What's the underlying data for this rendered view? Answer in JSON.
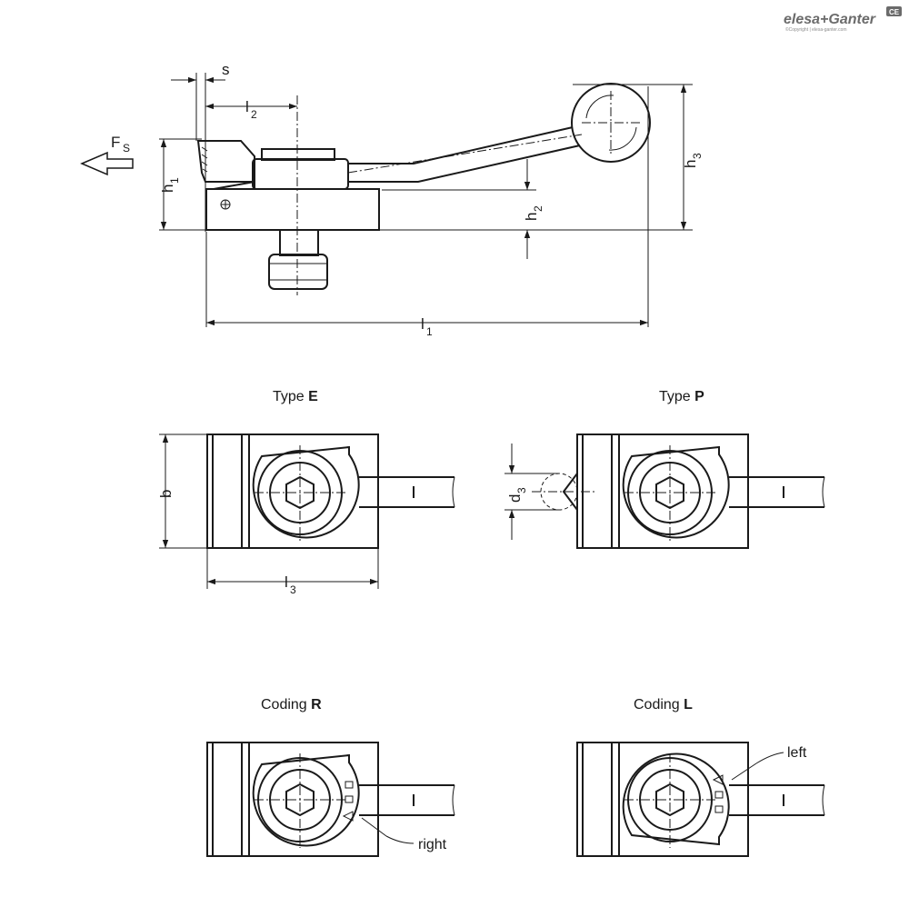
{
  "brand": {
    "name": "elesa+Ganter",
    "copyright": "©Copyright | elesa-ganter.com",
    "mark": "CE"
  },
  "dimensions": {
    "s": "s",
    "l2": "l",
    "l2_sub": "2",
    "Fs": "F",
    "Fs_sub": "S",
    "h1": "h",
    "h1_sub": "1",
    "h2": "h",
    "h2_sub": "2",
    "h3": "h",
    "h3_sub": "3",
    "l1": "l",
    "l1_sub": "1",
    "b": "b",
    "l3": "l",
    "l3_sub": "3",
    "d3": "d",
    "d3_sub": "3"
  },
  "views": {
    "type_e": {
      "prefix": "Type ",
      "code": "E"
    },
    "type_p": {
      "prefix": "Type ",
      "code": "P"
    },
    "coding_r": {
      "prefix": "Coding ",
      "code": "R",
      "note": "right"
    },
    "coding_l": {
      "prefix": "Coding ",
      "code": "L",
      "note": "left"
    }
  }
}
